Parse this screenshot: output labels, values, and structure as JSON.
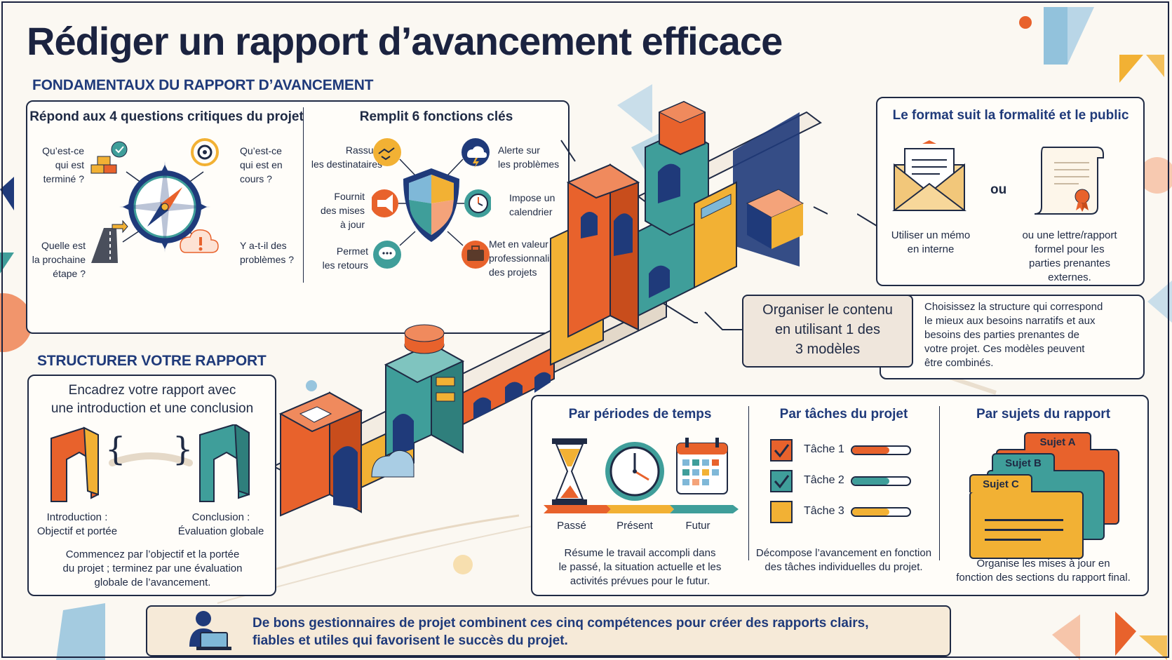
{
  "title": "Rédiger un rapport d’avancement efficace",
  "fundamentals": {
    "heading": "FONDAMENTAUX DU RAPPORT D’AVANCEMENT",
    "questions": {
      "title": "Répond aux 4 questions critiques du projet",
      "q1": "Qu’est-ce\nqui est\nterminé ?",
      "q2": "Qu’est-ce\nqui est en\ncours ?",
      "q3": "Quelle est\nla prochaine\nétape ?",
      "q4": "Y a-t-il des\nproblèmes ?"
    },
    "functions": {
      "title": "Remplit 6 fonctions clés",
      "f1": "Rassure\nles destinataires",
      "f2": "Alerte sur\nles problèmes",
      "f3": "Fournit\ndes mises\nà jour",
      "f4": "Impose un\ncalendrier",
      "f5": "Permet\nles retours",
      "f6": "Met en valeur le\nprofessionnalisme\ndes projets"
    }
  },
  "format": {
    "title": "Le format suit la formalité et le public",
    "memo": "Utiliser un mémo\nen interne",
    "or": "ou",
    "letter": "ou une lettre/rapport\nformel pour les\nparties prenantes\nexternes."
  },
  "organize": {
    "label": "Organiser le contenu\nen utilisant 1 des\n3 modèles",
    "text": "Choisissez la structure qui correspond\nle mieux aux besoins narratifs et aux\nbesoins des parties prenantes de\nvotre projet. Ces modèles peuvent\nêtre combinés."
  },
  "structure": {
    "heading": "STRUCTURER VOTRE RAPPORT",
    "title": "Encadrez votre rapport avec\nune introduction et une conclusion",
    "intro": "Introduction :\nObjectif et portée",
    "conclusion": "Conclusion :\nÉvaluation globale",
    "brace_open": "{",
    "brace_close": "}",
    "desc": "Commencez par l’objectif et la portée\ndu projet ; terminez par une évaluation\nglobale de l’avancement."
  },
  "models": {
    "time": {
      "title": "Par périodes de temps",
      "past": "Passé",
      "present": "Présent",
      "future": "Futur",
      "desc": "Résume le travail accompli dans\nle passé, la situation actuelle et les\nactivités prévues pour le futur."
    },
    "tasks": {
      "title": "Par tâches du projet",
      "items": [
        {
          "label": "Tâche 1",
          "progress": 0.65,
          "color": "#e8622c"
        },
        {
          "label": "Tâche 2",
          "progress": 0.65,
          "color": "#3f9e9a"
        },
        {
          "label": "Tâche 3",
          "progress": 0.65,
          "color": "#f2b134"
        }
      ],
      "desc": "Décompose l’avancement en fonction\ndes tâches individuelles du projet."
    },
    "subjects": {
      "title": "Par sujets du rapport",
      "a": "Sujet A",
      "b": "Sujet B",
      "c": "Sujet C",
      "desc": "Organise les mises à jour en\nfonction des sections du rapport final."
    }
  },
  "footer": {
    "text": "De bons gestionnaires de projet combinent ces cinq compétences pour créer des rapports clairs,\nfiables et utiles qui favorisent le succès du projet."
  },
  "colors": {
    "orange": "#e8622c",
    "teal": "#3f9e9a",
    "yellow": "#f2b134",
    "navy": "#1f2a44",
    "blue": "#1f3a7a",
    "peach": "#f4a37a"
  }
}
